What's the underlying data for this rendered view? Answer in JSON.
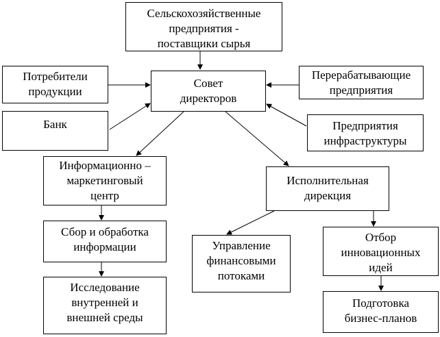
{
  "nodes": {
    "suppliers": [
      "Сельскохозяйственные",
      "предприятия -",
      "поставщики сырья"
    ],
    "consumers": [
      "Потребители",
      "продукции"
    ],
    "bank": [
      "Банк"
    ],
    "council": [
      "Совет",
      "директоров"
    ],
    "processing": [
      "Перерабатывающие",
      "предприятия"
    ],
    "infrastructure": [
      "Предприятия",
      "инфраструктуры"
    ],
    "info_center": [
      "Информационно –",
      "маркетинговый",
      "центр"
    ],
    "executive": [
      "Исполнительная",
      "дирекция"
    ],
    "collection": [
      "Сбор и обработка",
      "информации"
    ],
    "research": [
      "Исследование",
      "внутренней и",
      "внешней среды"
    ],
    "finance": [
      "Управление",
      "финансовыми",
      "потоками"
    ],
    "selection": [
      "Отбор",
      "инновационных",
      "идей"
    ],
    "business_plans": [
      "Подготовка",
      "бизнес-планов"
    ]
  }
}
